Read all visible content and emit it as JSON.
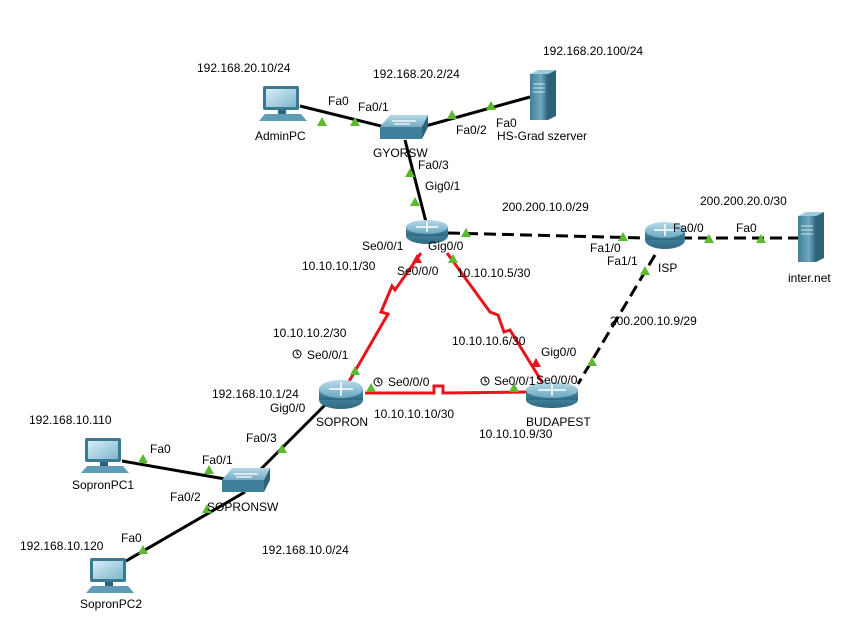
{
  "colors": {
    "ethernet": "#000000",
    "serial": "#e8141b",
    "port_up": "#5cb82f",
    "port_down": "#e8141b",
    "device_body": "#4b8ea8",
    "background": "#ffffff"
  },
  "devices": [
    {
      "id": "adminpc",
      "name": "AdminPC",
      "type": "pc"
    },
    {
      "id": "gyorsw",
      "name": "GYORSW",
      "type": "switch"
    },
    {
      "id": "hsgrad",
      "name": "HS-Grad szerver",
      "type": "server"
    },
    {
      "id": "gyor",
      "name": "",
      "type": "router"
    },
    {
      "id": "isp",
      "name": "ISP",
      "type": "router"
    },
    {
      "id": "internet",
      "name": "inter.net",
      "type": "server"
    },
    {
      "id": "sopron",
      "name": "SOPRON",
      "type": "router"
    },
    {
      "id": "budapest",
      "name": "BUDAPEST",
      "type": "router"
    },
    {
      "id": "sopronsw",
      "name": "SOPRONSW",
      "type": "switch"
    },
    {
      "id": "sopronpc1",
      "name": "SopronPC1",
      "type": "pc"
    },
    {
      "id": "sopronpc2",
      "name": "SopronPC2",
      "type": "pc"
    }
  ],
  "links": [
    {
      "id": "adminpc-gyorsw",
      "from": "adminpc",
      "to": "gyorsw",
      "style": "solid",
      "medium": "ethernet"
    },
    {
      "id": "gyorsw-hsgrad",
      "from": "gyorsw",
      "to": "hsgrad",
      "style": "solid",
      "medium": "ethernet"
    },
    {
      "id": "gyorsw-gyor",
      "from": "gyorsw",
      "to": "gyor",
      "style": "solid",
      "medium": "ethernet"
    },
    {
      "id": "gyor-isp",
      "from": "gyor",
      "to": "isp",
      "style": "dashed",
      "medium": "ethernet"
    },
    {
      "id": "isp-internet",
      "from": "isp",
      "to": "internet",
      "style": "dashed",
      "medium": "ethernet"
    },
    {
      "id": "isp-budapest",
      "from": "isp",
      "to": "budapest",
      "style": "dashed",
      "medium": "ethernet"
    },
    {
      "id": "gyor-sopron",
      "from": "gyor",
      "to": "sopron",
      "style": "zigzag",
      "medium": "serial"
    },
    {
      "id": "gyor-budapest",
      "from": "gyor",
      "to": "budapest",
      "style": "zigzag",
      "medium": "serial"
    },
    {
      "id": "sopron-budapest",
      "from": "sopron",
      "to": "budapest",
      "style": "zigzag",
      "medium": "serial"
    },
    {
      "id": "sopron-sopronsw",
      "from": "sopron",
      "to": "sopronsw",
      "style": "solid",
      "medium": "ethernet"
    },
    {
      "id": "sopronsw-sopronpc1",
      "from": "sopronsw",
      "to": "sopronpc1",
      "style": "solid",
      "medium": "ethernet"
    },
    {
      "id": "sopronsw-sopronpc2",
      "from": "sopronsw",
      "to": "sopronpc2",
      "style": "solid",
      "medium": "ethernet"
    }
  ],
  "interfaces": [
    {
      "id": "adminpc-fa0",
      "text": "Fa0",
      "clock": false
    },
    {
      "id": "gyorsw-fa01",
      "text": "Fa0/1",
      "clock": false
    },
    {
      "id": "gyorsw-fa02",
      "text": "Fa0/2",
      "clock": false
    },
    {
      "id": "hsgrad-fa0",
      "text": "Fa0",
      "clock": false
    },
    {
      "id": "gyorsw-fa03",
      "text": "Fa0/3",
      "clock": false
    },
    {
      "id": "gyor-gig01",
      "text": "Gig0/1",
      "clock": false
    },
    {
      "id": "gyor-se001",
      "text": "Se0/0/1",
      "clock": false
    },
    {
      "id": "gyor-gig00",
      "text": "Gig0/0",
      "clock": false
    },
    {
      "id": "gyor-se000",
      "text": "Se0/0/0",
      "clock": false
    },
    {
      "id": "isp-fa10",
      "text": "Fa1/0",
      "clock": false
    },
    {
      "id": "isp-fa00",
      "text": "Fa0/0",
      "clock": false
    },
    {
      "id": "internet-fa0",
      "text": "Fa0",
      "clock": false
    },
    {
      "id": "isp-fa11",
      "text": "Fa1/1",
      "clock": false
    },
    {
      "id": "budapest-gig00",
      "text": "Gig0/0",
      "clock": false
    },
    {
      "id": "budapest-se000",
      "text": "Se0/0/0",
      "clock": false
    },
    {
      "id": "budapest-se001",
      "text": "Se0/0/1",
      "clock": true
    },
    {
      "id": "sopron-se001",
      "text": "Se0/0/1",
      "clock": true
    },
    {
      "id": "sopron-se000",
      "text": "Se0/0/0",
      "clock": true
    },
    {
      "id": "sopron-gig00",
      "text": "Gig0/0",
      "clock": false
    },
    {
      "id": "sopronsw-fa03",
      "text": "Fa0/3",
      "clock": false
    },
    {
      "id": "sopronsw-fa01",
      "text": "Fa0/1",
      "clock": false
    },
    {
      "id": "sopronsw-fa02",
      "text": "Fa0/2",
      "clock": false
    },
    {
      "id": "sopronpc1-fa0",
      "text": "Fa0",
      "clock": false
    },
    {
      "id": "sopronpc2-fa0",
      "text": "Fa0",
      "clock": false
    }
  ],
  "addresses": [
    {
      "id": "adminpc-ip",
      "text": "192.168.20.10/24"
    },
    {
      "id": "gyorsw-ip",
      "text": "192.168.20.2/24"
    },
    {
      "id": "hsgrad-ip",
      "text": "192.168.20.100/24"
    },
    {
      "id": "gyor-isp-net",
      "text": "200.200.10.0/29"
    },
    {
      "id": "isp-internet-net",
      "text": "200.200.20.0/30"
    },
    {
      "id": "gyor-se001-ip",
      "text": "10.10.10.1/30"
    },
    {
      "id": "gyor-se000-ip",
      "text": "10.10.10.5/30"
    },
    {
      "id": "isp-budapest-net",
      "text": "200.200.10.9/29"
    },
    {
      "id": "sopron-se001-ip",
      "text": "10.10.10.2/30"
    },
    {
      "id": "budapest-se001-ip",
      "text": "10.10.10.6/30"
    },
    {
      "id": "sopron-gig00-ip",
      "text": "192.168.10.1/24"
    },
    {
      "id": "sopron-se000-ip",
      "text": "10.10.10.10/30"
    },
    {
      "id": "budapest-se000-ip",
      "text": "10.10.10.9/30"
    },
    {
      "id": "sopronpc1-ip",
      "text": "192.168.10.110"
    },
    {
      "id": "sopronpc2-ip",
      "text": "192.168.10.120"
    },
    {
      "id": "sopron-lan-net",
      "text": "192.168.10.0/24"
    }
  ]
}
